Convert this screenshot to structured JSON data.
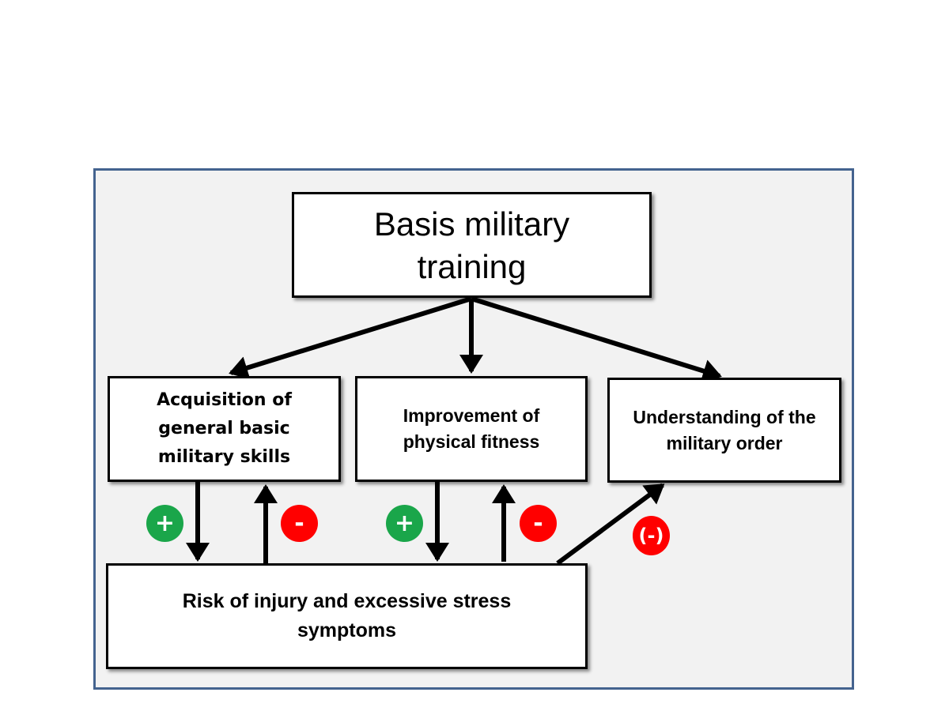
{
  "diagram": {
    "title_box": {
      "text": "Basis military training"
    },
    "outcomes": [
      {
        "id": "acquisition",
        "text": "Acquisition of general basic military skills"
      },
      {
        "id": "fitness",
        "text": "Improvement of physical fitness"
      },
      {
        "id": "order",
        "text": "Understanding of the military order"
      }
    ],
    "risk_box": {
      "text": "Risk of injury and excessive stress symptoms"
    },
    "badges": {
      "acquisition_plus": "+",
      "acquisition_minus": "-",
      "fitness_plus": "+",
      "fitness_minus": "-",
      "order_minus": "(-)"
    },
    "colors": {
      "panel_background": "#f2f2f2",
      "panel_border": "#44638f",
      "positive": "#1aa64a",
      "negative": "#ff0000"
    },
    "edges": [
      {
        "from": "Basis military training",
        "to": "Acquisition of general basic military skills"
      },
      {
        "from": "Basis military training",
        "to": "Improvement of physical fitness"
      },
      {
        "from": "Basis military training",
        "to": "Understanding of the military order"
      },
      {
        "from": "Acquisition of general basic military skills",
        "to": "Risk of injury and excessive stress symptoms",
        "sign": "+"
      },
      {
        "from": "Risk of injury and excessive stress symptoms",
        "to": "Acquisition of general basic military skills",
        "sign": "-"
      },
      {
        "from": "Improvement of physical fitness",
        "to": "Risk of injury and excessive stress symptoms",
        "sign": "+"
      },
      {
        "from": "Risk of injury and excessive stress symptoms",
        "to": "Improvement of physical fitness",
        "sign": "-"
      },
      {
        "from": "Risk of injury and excessive stress symptoms",
        "to": "Understanding of the military order",
        "sign": "(-)"
      }
    ]
  }
}
